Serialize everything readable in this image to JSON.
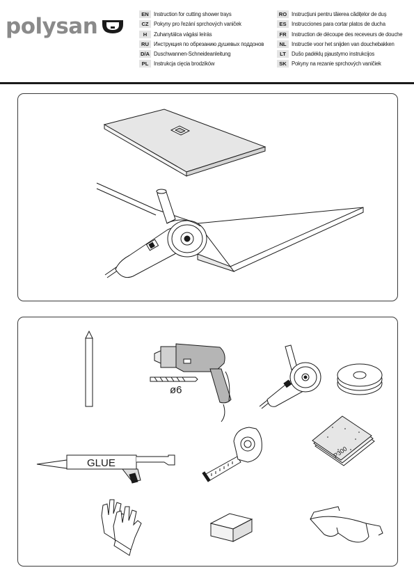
{
  "brand": {
    "name": "polysan"
  },
  "languages_left": [
    {
      "code": "EN",
      "text": "Instruction for cutting shower trays"
    },
    {
      "code": "CZ",
      "text": "Pokyny pro řezání sprchových vaniček"
    },
    {
      "code": "H",
      "text": "Zuhanytálca vágási leírás"
    },
    {
      "code": "RU",
      "text": "Инструкция по обрезанию душевых поддонов"
    },
    {
      "code": "D/A",
      "text": "Duschwannen-Schneideanleitung"
    },
    {
      "code": "PL",
      "text": "Instrukcja cięcia brodzików"
    }
  ],
  "languages_right": [
    {
      "code": "RO",
      "text": "Instrucțiuni pentru tăierea cădițelor de duș"
    },
    {
      "code": "ES",
      "text": "Instrucciones para cortar platos de ducha"
    },
    {
      "code": "FR",
      "text": "Instruction de découpe des receveurs de douche"
    },
    {
      "code": "NL",
      "text": "Instructie voor het snijden van douchebakken"
    },
    {
      "code": "LT",
      "text": "Dušo padėklų pjaustymo instrukcijos"
    },
    {
      "code": "SK",
      "text": "Pokyny na rezanie sprchových vaničiek"
    }
  ],
  "tools": {
    "drill_bit_label": "ø6",
    "glue_label": "GLUE",
    "sandpaper_label": "P300"
  },
  "colors": {
    "drill_body": "#b5b5b5",
    "logo_gray": "#8a8a8a",
    "code_bg": "#e4e4e4"
  }
}
